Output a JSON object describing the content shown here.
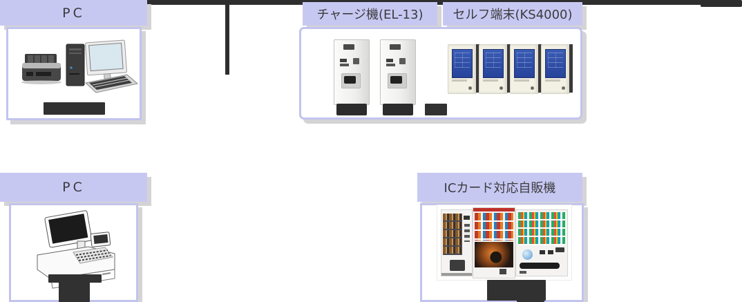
{
  "diagram": {
    "type": "system-configuration",
    "nodes": {
      "pc_top": {
        "label": "PC"
      },
      "charge_machine": {
        "label": "チャージ機(EL-13)",
        "units": 2
      },
      "self_terminal": {
        "label": "セルフ端末(KS4000)",
        "units": 4
      },
      "pc_bottom": {
        "label": "PC"
      },
      "ic_vending": {
        "label": "ICカード対応自販機",
        "units": 3
      }
    },
    "colors": {
      "header_fill": "#c7c8f2",
      "box_border": "#c2c3ee",
      "connector_line": "#2e2e2e",
      "text": "#3b3b3d",
      "terminal_screen": "#2c4da0"
    }
  }
}
